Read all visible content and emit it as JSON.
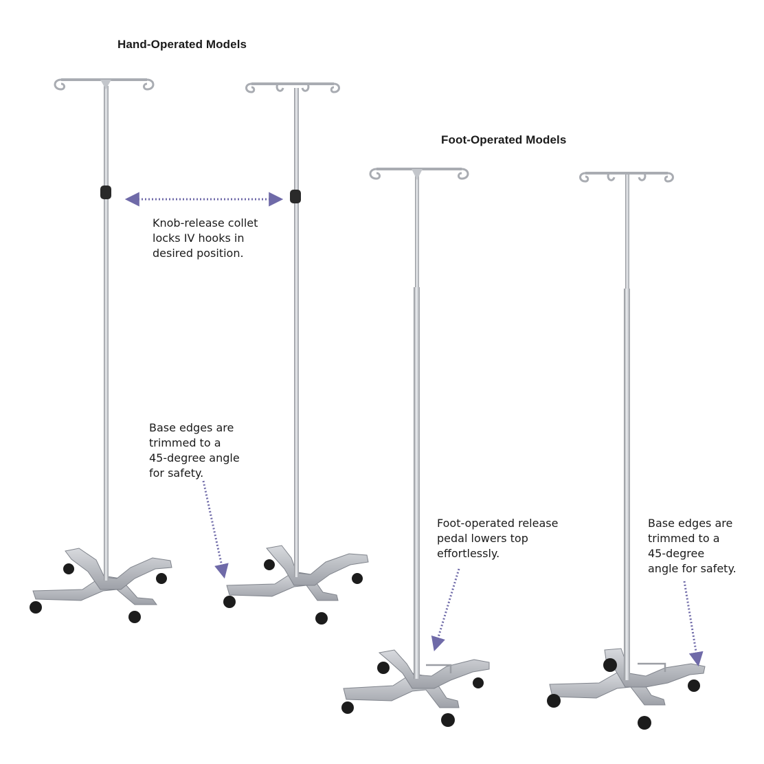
{
  "headings": {
    "hand": "Hand-Operated Models",
    "foot": "Foot-Operated Models"
  },
  "captions": {
    "collet": [
      "Knob-release collet",
      "locks IV hooks in",
      "desired position."
    ],
    "base_edges_hand": [
      "Base edges are",
      "trimmed to a",
      "45-degree angle",
      "for safety."
    ],
    "pedal": [
      "Foot-operated release",
      "pedal lowers top",
      "effortlessly."
    ],
    "base_edges_foot": [
      "Base edges are",
      "trimmed to a",
      "45-degree",
      "angle for safety."
    ]
  },
  "colors": {
    "arrow": "#6f6aa8",
    "metal_light": "#e4e6ea",
    "metal_mid": "#b9bcc2",
    "metal_dark": "#7f838b",
    "knob": "#2a2a2a",
    "wheel": "#1c1c1c"
  }
}
